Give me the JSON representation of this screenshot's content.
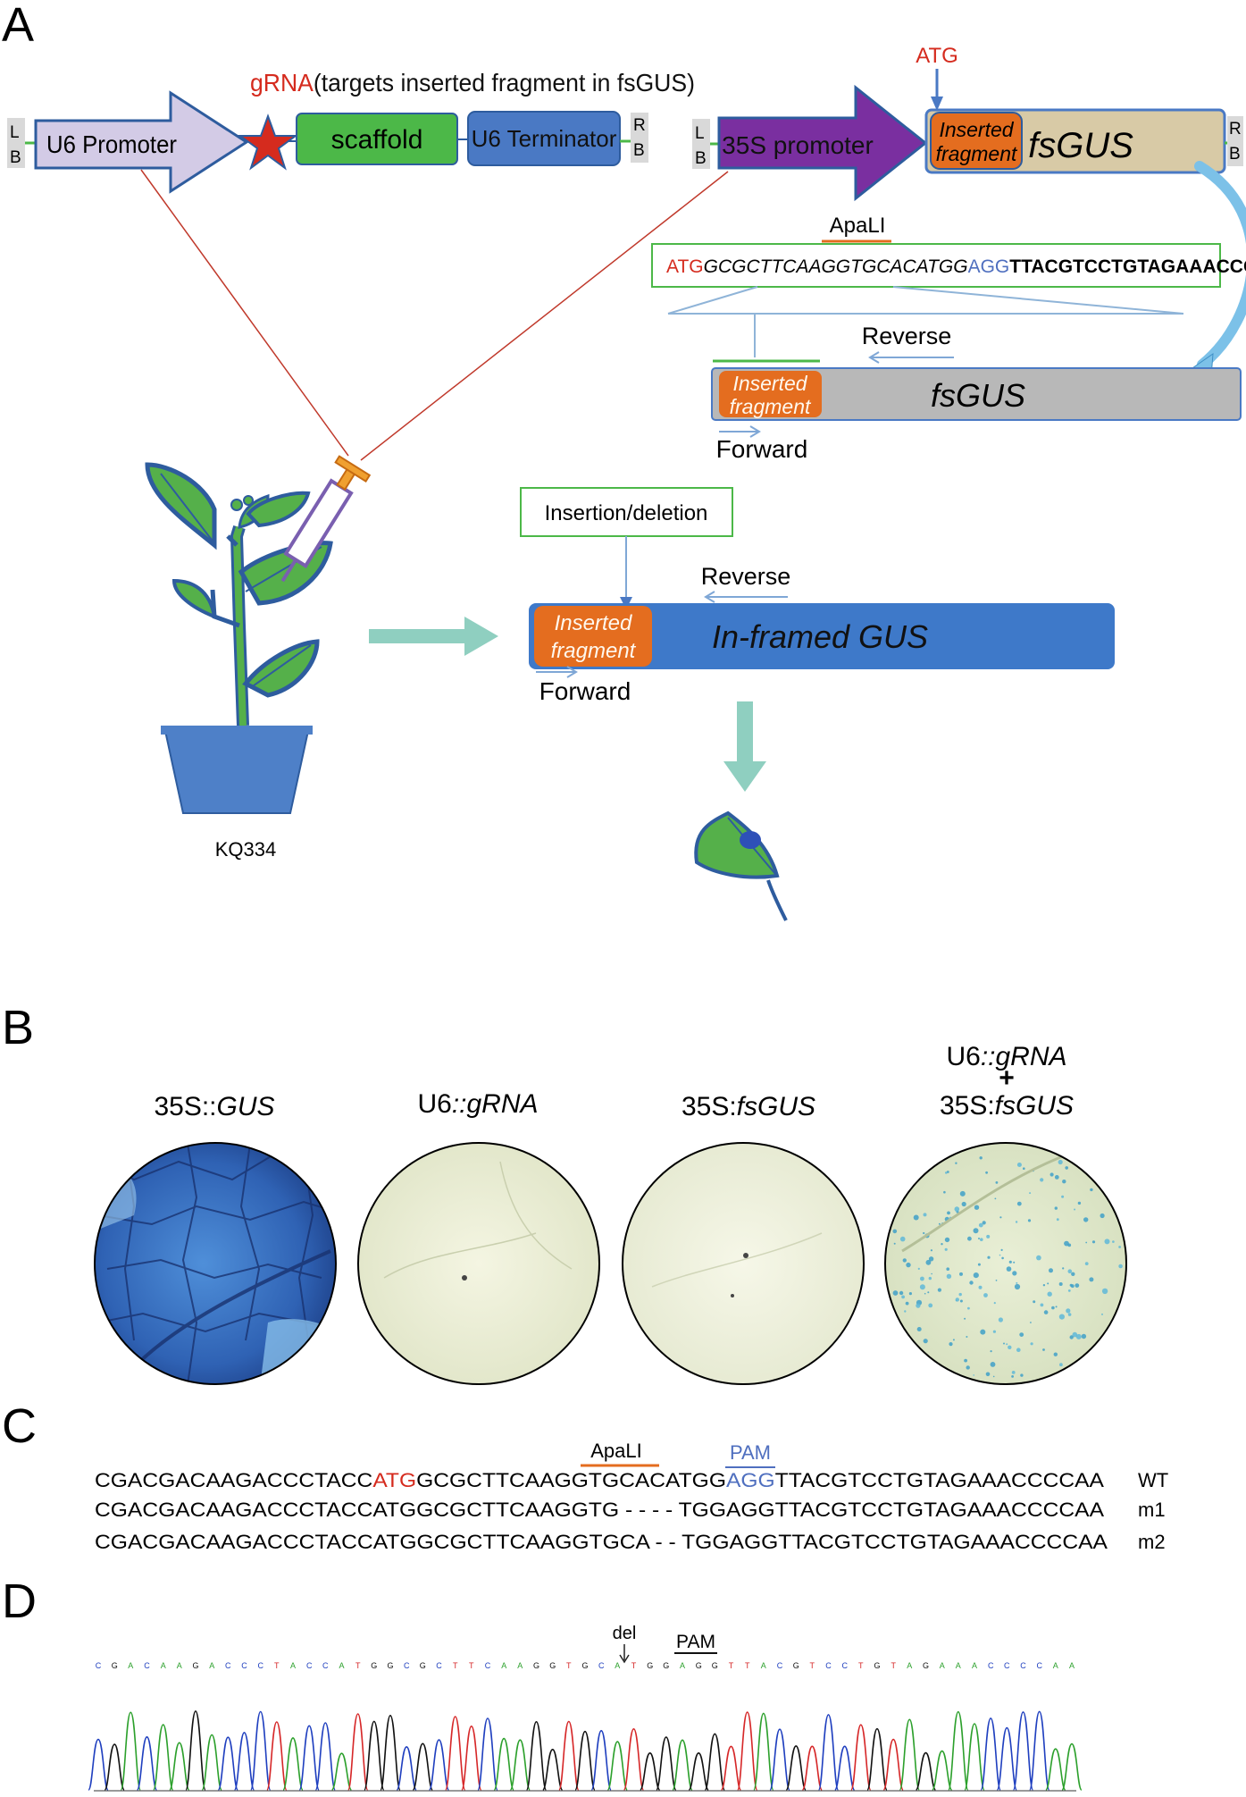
{
  "panel_labels": {
    "a": "A",
    "b": "B",
    "c": "C",
    "d": "D"
  },
  "panel_a": {
    "construct1": {
      "lb_top": "L",
      "lb_bottom": "B",
      "promoter": "U6 Promoter",
      "grna_prefix": "gRNA",
      "grna_note": "(targets inserted fragment in fsGUS)",
      "scaffold": "scaffold",
      "terminator": "U6 Terminator",
      "rb_top": "R",
      "rb_bottom": "B"
    },
    "construct2": {
      "lb_top": "L",
      "lb_bottom": "B",
      "atg_label": "ATG",
      "promoter": "35S promoter",
      "inserted_line1": "Inserted",
      "inserted_line2": "fragment",
      "gene": "fsGUS",
      "rb_top": "R",
      "rb_bottom": "B"
    },
    "apali_label": "ApaLI",
    "sequence": {
      "atg": "ATG",
      "italic_part": "GCGCTTCAAGGTGCACATGG",
      "pam": "AGG",
      "bold_part": "TTACGTCCTGTAGAAACCC"
    },
    "fsgus_bar": {
      "reverse": "Reverse",
      "inserted_line1": "Inserted",
      "inserted_line2": "fragment",
      "gene": "fsGUS",
      "forward": "Forward"
    },
    "plant_label": "KQ334",
    "indel_box": "Insertion/deletion",
    "gus_bar": {
      "reverse": "Reverse",
      "inserted_line1": "Inserted",
      "inserted_line2": "fragment",
      "gene": "In-framed GUS",
      "forward": "Forward"
    }
  },
  "panel_b": {
    "samples": [
      {
        "prefix": "35S::",
        "italic": "GUS",
        "line2_prefix": "",
        "line2_italic": "",
        "staining": "strong-blue"
      },
      {
        "prefix": "U6",
        "italic": "::gRNA",
        "line2_prefix": "",
        "line2_italic": "",
        "staining": "none"
      },
      {
        "prefix": "35S:",
        "italic": "fsGUS",
        "line2_prefix": "",
        "line2_italic": "",
        "staining": "none"
      },
      {
        "prefix": "U6",
        "italic": "::gRNA",
        "plus": "+",
        "line2_prefix": "35S:",
        "line2_italic": "fsGUS",
        "staining": "blue-spots"
      }
    ]
  },
  "panel_c": {
    "apali": "ApaLI",
    "pam": "PAM",
    "rows": [
      {
        "pre": "CGACGACAAGACCCTACC",
        "atg": "ATG",
        "mid": "GCGCTTCAAGGTGCACATGG",
        "pam": "AGG",
        "post": "TTACGTCCTGTAGAAACCCCAA",
        "label": "WT"
      },
      {
        "seq": "CGACGACAAGACCCTACCATGGCGCTTCAAGGTG - - - - TGGAGGTTACGTCCTGTAGAAACCCCAA",
        "label": "m1"
      },
      {
        "seq": "CGACGACAAGACCCTACCATGGCGCTTCAAGGTGCA - - TGGAGGTTACGTCCTGTAGAAACCCCAA",
        "label": "m2"
      }
    ]
  },
  "panel_d": {
    "del_label": "del",
    "pam_label": "PAM",
    "trace_sequence": "CGACAAGACCCTACCATGGCGCTTCAAGGTGCATGGAGGTTACGTCCTGTAGAAACCCCAA",
    "base_colors": {
      "A": "#2ca02c",
      "C": "#1f3fbf",
      "G": "#111111",
      "T": "#d62728"
    }
  },
  "colors": {
    "red": "#d52b1e",
    "orange": "#e46d1f",
    "blue_pam": "#4f6fbf",
    "u6_promoter": "#d3cbe6",
    "scaffold": "#4cb848",
    "u6_terminator": "#4a79c4",
    "p35s": "#7a2fa0",
    "fsgus": "#d8caa6",
    "fsgus_bar": "#b8b8b8",
    "gus_bar": "#3e79c9",
    "leaf": "#55b04a",
    "leaf_edge": "#2e5c9e",
    "pot": "#4e80c8",
    "teal_arrow": "#8fcfc0"
  }
}
